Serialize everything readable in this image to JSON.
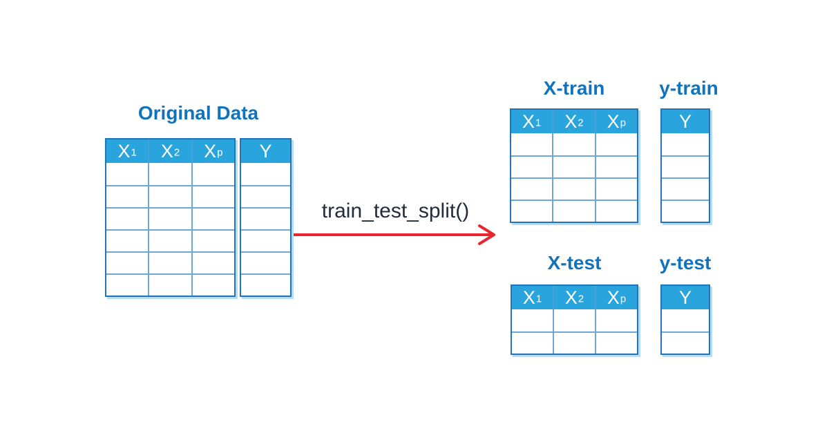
{
  "colors": {
    "background": "#ffffff",
    "header_bg": "#29a4dd",
    "header_text": "#ffffff",
    "header_divider": "#4d9ed8",
    "title_text": "#1273bd",
    "border_outer": "#2273b7",
    "border_inner": "#6ba7d9",
    "table_shadow": "#b5dcf5",
    "arrow": "#e8262d",
    "function_text": "#222c3c"
  },
  "labels": {
    "original_title": "Original Data",
    "function_call": "train_test_split()",
    "x_train_title": "X-train",
    "y_train_title": "y-train",
    "x_test_title": "X-test",
    "y_test_title": "y-test"
  },
  "icons": {
    "arrow": "arrow-right-icon"
  },
  "tables": {
    "original_x": {
      "headers": [
        {
          "base": "X",
          "sub": "1"
        },
        {
          "base": "X",
          "sub": "2"
        },
        {
          "base": "X",
          "sub": "p"
        }
      ],
      "body_rows": 6
    },
    "original_y": {
      "headers": [
        {
          "base": "Y",
          "sub": ""
        }
      ],
      "body_rows": 6
    },
    "x_train": {
      "headers": [
        {
          "base": "X",
          "sub": "1"
        },
        {
          "base": "X",
          "sub": "2"
        },
        {
          "base": "X",
          "sub": "p"
        }
      ],
      "body_rows": 4
    },
    "y_train": {
      "headers": [
        {
          "base": "Y",
          "sub": ""
        }
      ],
      "body_rows": 4
    },
    "x_test": {
      "headers": [
        {
          "base": "X",
          "sub": "1"
        },
        {
          "base": "X",
          "sub": "2"
        },
        {
          "base": "X",
          "sub": "p"
        }
      ],
      "body_rows": 2
    },
    "y_test": {
      "headers": [
        {
          "base": "Y",
          "sub": ""
        }
      ],
      "body_rows": 2
    }
  }
}
